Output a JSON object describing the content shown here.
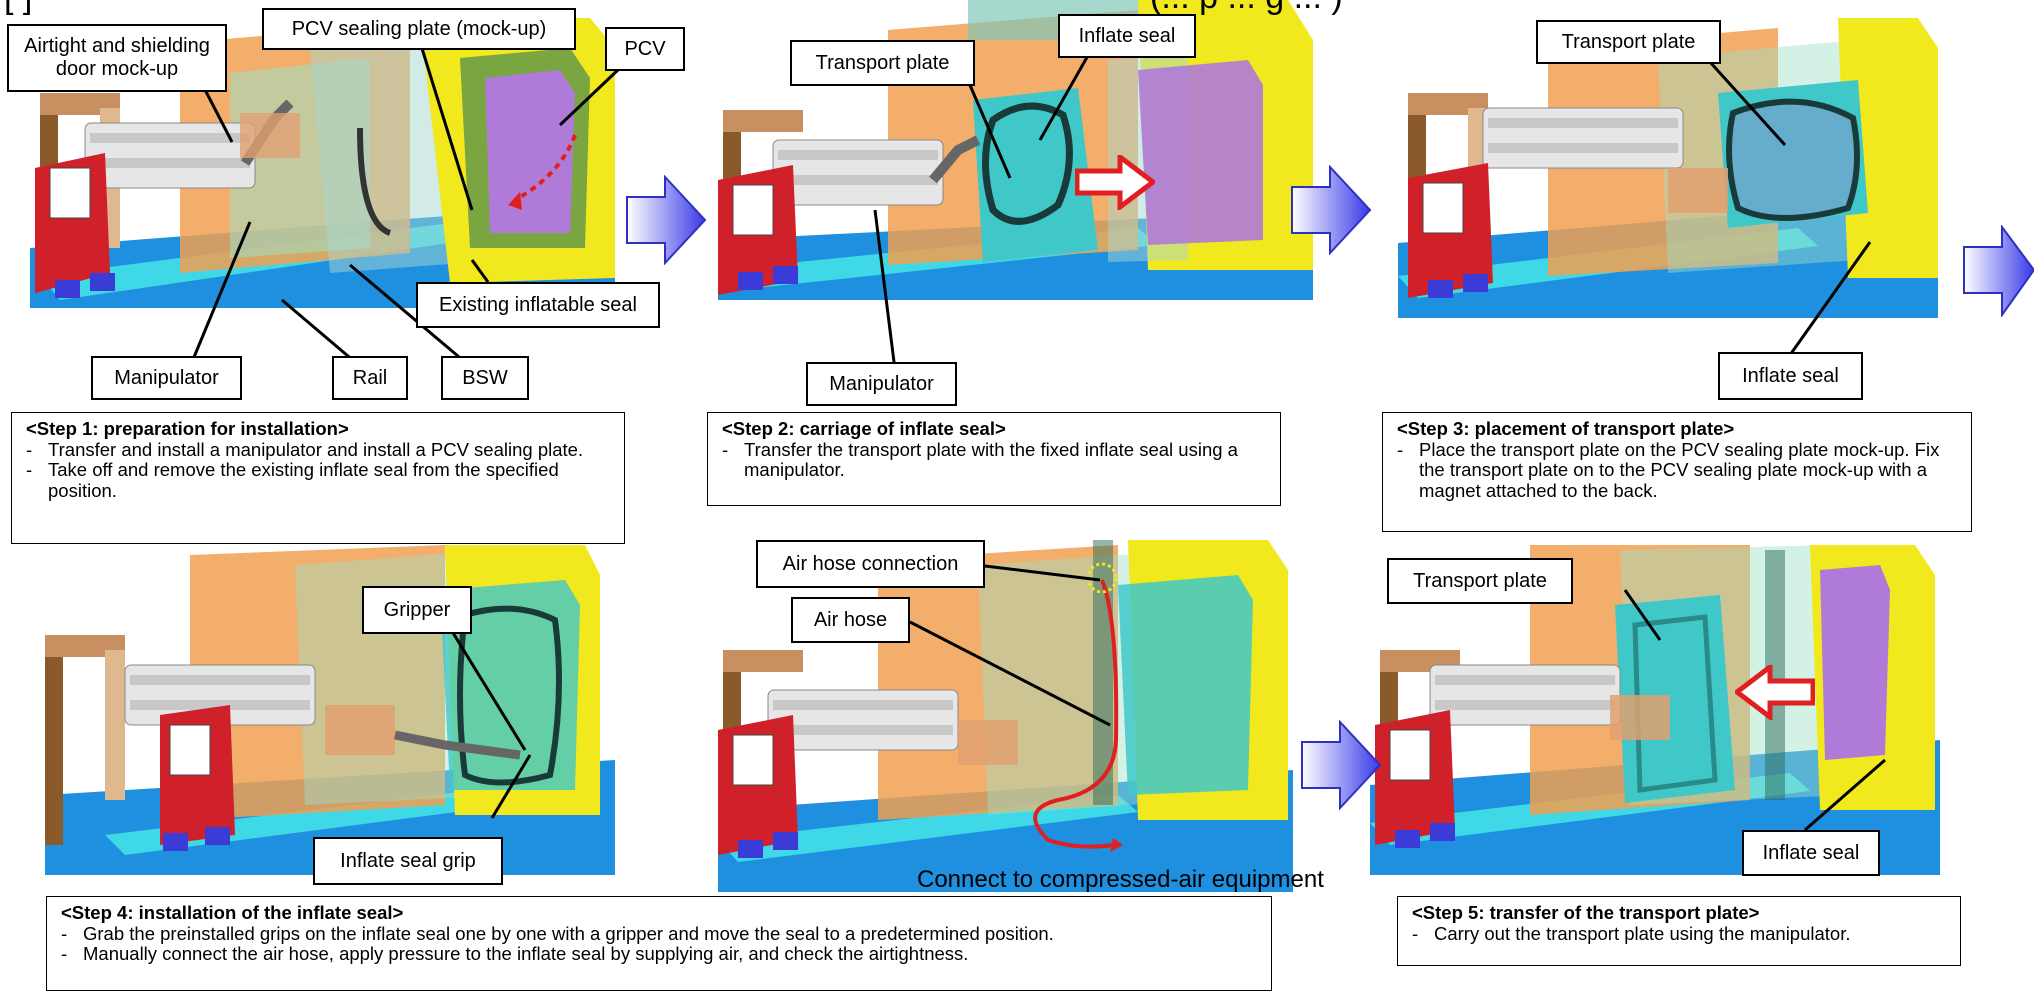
{
  "header": {
    "partial_left": "[ ]",
    "partial_title": "(... p ... g ... )"
  },
  "callouts": {
    "airtight_door": "Airtight and shielding door mock-up",
    "pcv_sealing_plate": "PCV sealing plate (mock-up)",
    "pcv": "PCV",
    "existing_seal": "Existing inflatable seal",
    "manipulator_1": "Manipulator",
    "rail": "Rail",
    "bsw": "BSW",
    "transport_plate_2": "Transport plate",
    "inflate_seal_2": "Inflate seal",
    "manipulator_2": "Manipulator",
    "transport_plate_3": "Transport plate",
    "inflate_seal_3": "Inflate seal",
    "gripper": "Gripper",
    "inflate_seal_grip": "Inflate seal grip",
    "air_hose_connection": "Air hose connection",
    "air_hose": "Air hose",
    "transport_plate_5": "Transport plate",
    "inflate_seal_5": "Inflate seal",
    "compressed_air": "Connect to compressed-air equipment"
  },
  "steps": {
    "step1": {
      "title": "<Step 1: preparation for installation>",
      "lines": [
        "Transfer and install a manipulator and install a PCV sealing plate.",
        "Take off and remove the existing inflate seal from the specified position."
      ]
    },
    "step2": {
      "title": "<Step 2: carriage of inflate seal>",
      "lines": [
        "Transfer the transport plate with the fixed inflate seal using a manipulator."
      ]
    },
    "step3": {
      "title": "<Step 3: placement of transport plate>",
      "lines": [
        "Place the transport plate on the PCV sealing plate mock-up. Fix the transport plate on to the PCV sealing plate mock-up with a magnet attached to the back."
      ]
    },
    "step4": {
      "title": "<Step 4: installation of the inflate seal>",
      "lines": [
        "Grab the preinstalled grips on the inflate seal one by one with a gripper and move the seal to a predetermined position.",
        "Manually connect the air hose, apply pressure to the inflate seal by supplying air, and check the airtightness."
      ]
    },
    "step5": {
      "title": "<Step 5: transfer of the transport plate>",
      "lines": [
        "Carry out the transport plate using the manipulator."
      ]
    }
  },
  "colors": {
    "floor_blue": "#1f8fe0",
    "rail_cyan": "#3fd8e6",
    "manipulator_red": "#d0202a",
    "door_orange": "#f0a050",
    "pcv_yellow": "#f2e81e",
    "seal_purple": "#b07ad8",
    "plate_cyan": "#40c8c8",
    "flow_arrow": "#5a5af0",
    "marker_red": "#e02020"
  },
  "icons": {
    "flow_arrow": "flow-arrow-icon",
    "direction_arrow": "red-direction-arrow-icon"
  }
}
